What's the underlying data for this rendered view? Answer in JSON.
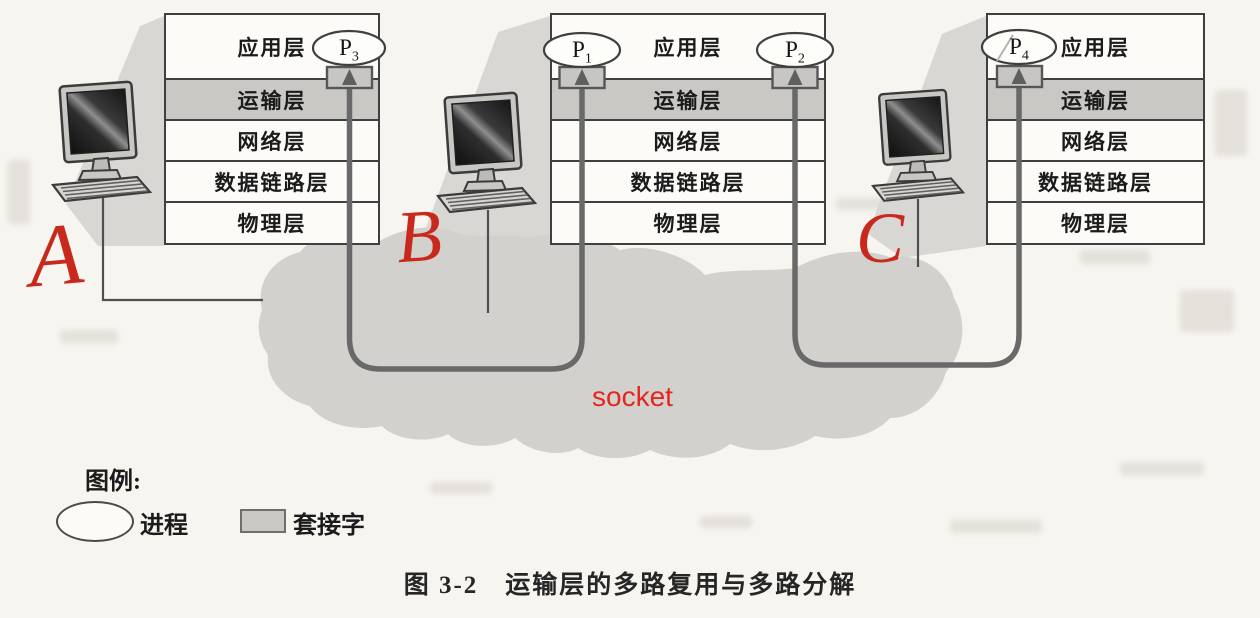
{
  "diagram": {
    "caption": "图 3-2　运输层的多路复用与多路分解",
    "layers": [
      "应用层",
      "运输层",
      "网络层",
      "数据链路层",
      "物理层"
    ],
    "processes": {
      "p3": {
        "name": "P",
        "sub": "3"
      },
      "p1": {
        "name": "P",
        "sub": "1"
      },
      "p2": {
        "name": "P",
        "sub": "2"
      },
      "p4": {
        "name": "P",
        "sub": "4"
      }
    },
    "hosts": {
      "a": "A",
      "b": "B",
      "c": "C"
    },
    "socket_annotation": "socket",
    "legend": {
      "title": "图例:",
      "process_label": "进程",
      "socket_label": "套接字"
    },
    "colors": {
      "annotation_red": "#c9291c",
      "socket_text_red": "#e5261e",
      "transport_row_gray": "#c9c8c5",
      "socket_box_gray": "#c7c6c3",
      "connector_gray": "#696969",
      "cloud_gray": "#d2d1cd",
      "paper": "#f7f5f0"
    }
  }
}
